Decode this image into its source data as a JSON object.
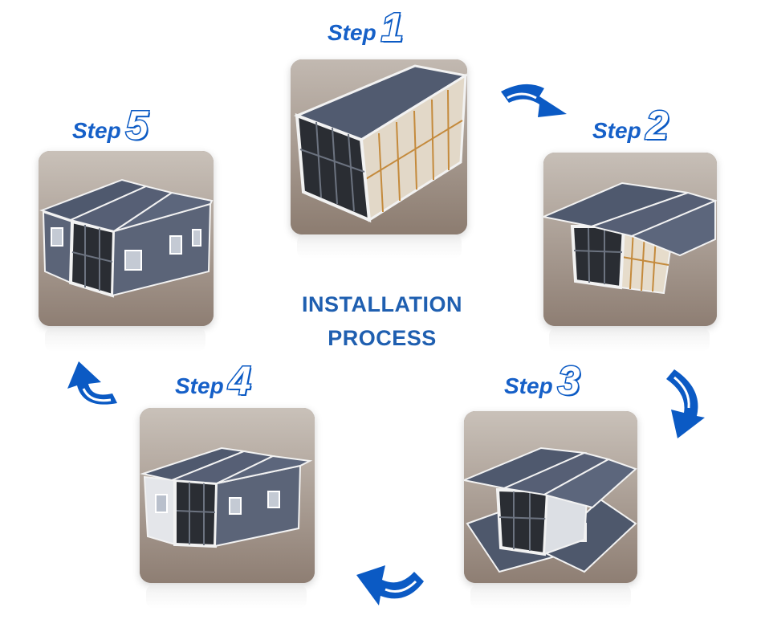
{
  "diagram": {
    "center_title": [
      "INSTALLATION",
      "PROCESS"
    ],
    "steps": [
      {
        "word": "Step",
        "number": "1",
        "image": "container-folded"
      },
      {
        "word": "Step",
        "number": "2",
        "image": "container-roof-panels-unfolded"
      },
      {
        "word": "Step",
        "number": "3",
        "image": "container-floor-and-roof-unfolded"
      },
      {
        "word": "Step",
        "number": "4",
        "image": "container-walls-installed"
      },
      {
        "word": "Step",
        "number": "5",
        "image": "expandable-house-completed"
      }
    ],
    "colors": {
      "accent": "#0b5ac4",
      "title": "#1f5fb0",
      "roof": "#505a6e",
      "floor": "#8d7b70"
    }
  }
}
